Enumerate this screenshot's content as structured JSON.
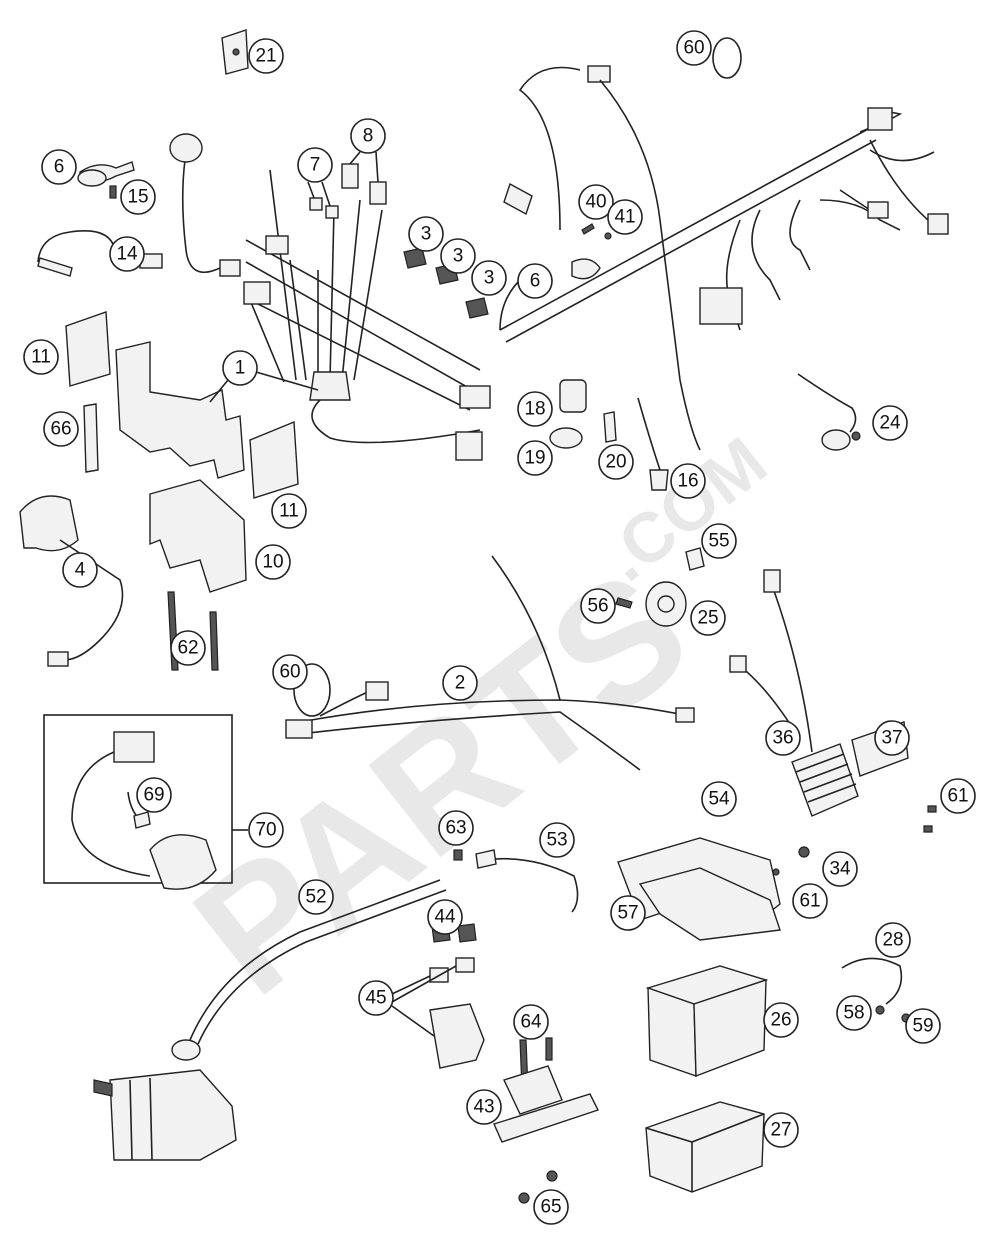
{
  "watermark": {
    "brand": "PARTS",
    "suffix": ".COM"
  },
  "callouts": [
    {
      "id": "c21",
      "label": "21"
    },
    {
      "id": "c60a",
      "label": "60"
    },
    {
      "id": "c8",
      "label": "8"
    },
    {
      "id": "c6a",
      "label": "6"
    },
    {
      "id": "c15",
      "label": "15"
    },
    {
      "id": "c7",
      "label": "7"
    },
    {
      "id": "c14",
      "label": "14"
    },
    {
      "id": "c3a",
      "label": "3"
    },
    {
      "id": "c3b",
      "label": "3"
    },
    {
      "id": "c3c",
      "label": "3"
    },
    {
      "id": "c40",
      "label": "40"
    },
    {
      "id": "c41",
      "label": "41"
    },
    {
      "id": "c6b",
      "label": "6"
    },
    {
      "id": "c11a",
      "label": "11"
    },
    {
      "id": "c1",
      "label": "1"
    },
    {
      "id": "c66",
      "label": "66"
    },
    {
      "id": "c18",
      "label": "18"
    },
    {
      "id": "c19",
      "label": "19"
    },
    {
      "id": "c20",
      "label": "20"
    },
    {
      "id": "c16",
      "label": "16"
    },
    {
      "id": "c24",
      "label": "24"
    },
    {
      "id": "c11b",
      "label": "11"
    },
    {
      "id": "c10",
      "label": "10"
    },
    {
      "id": "c4",
      "label": "4"
    },
    {
      "id": "c55",
      "label": "55"
    },
    {
      "id": "c56",
      "label": "56"
    },
    {
      "id": "c25",
      "label": "25"
    },
    {
      "id": "c62",
      "label": "62"
    },
    {
      "id": "c60b",
      "label": "60"
    },
    {
      "id": "c2",
      "label": "2"
    },
    {
      "id": "c37",
      "label": "37"
    },
    {
      "id": "c36",
      "label": "36"
    },
    {
      "id": "c61a",
      "label": "61"
    },
    {
      "id": "c69",
      "label": "69"
    },
    {
      "id": "c70",
      "label": "70"
    },
    {
      "id": "c54",
      "label": "54"
    },
    {
      "id": "c63",
      "label": "63"
    },
    {
      "id": "c53",
      "label": "53"
    },
    {
      "id": "c34",
      "label": "34"
    },
    {
      "id": "c52",
      "label": "52"
    },
    {
      "id": "c57",
      "label": "57"
    },
    {
      "id": "c61b",
      "label": "61"
    },
    {
      "id": "c44",
      "label": "44"
    },
    {
      "id": "c28",
      "label": "28"
    },
    {
      "id": "c45",
      "label": "45"
    },
    {
      "id": "c64",
      "label": "64"
    },
    {
      "id": "c26",
      "label": "26"
    },
    {
      "id": "c58",
      "label": "58"
    },
    {
      "id": "c59",
      "label": "59"
    },
    {
      "id": "c43",
      "label": "43"
    },
    {
      "id": "c27",
      "label": "27"
    },
    {
      "id": "c65",
      "label": "65"
    }
  ]
}
